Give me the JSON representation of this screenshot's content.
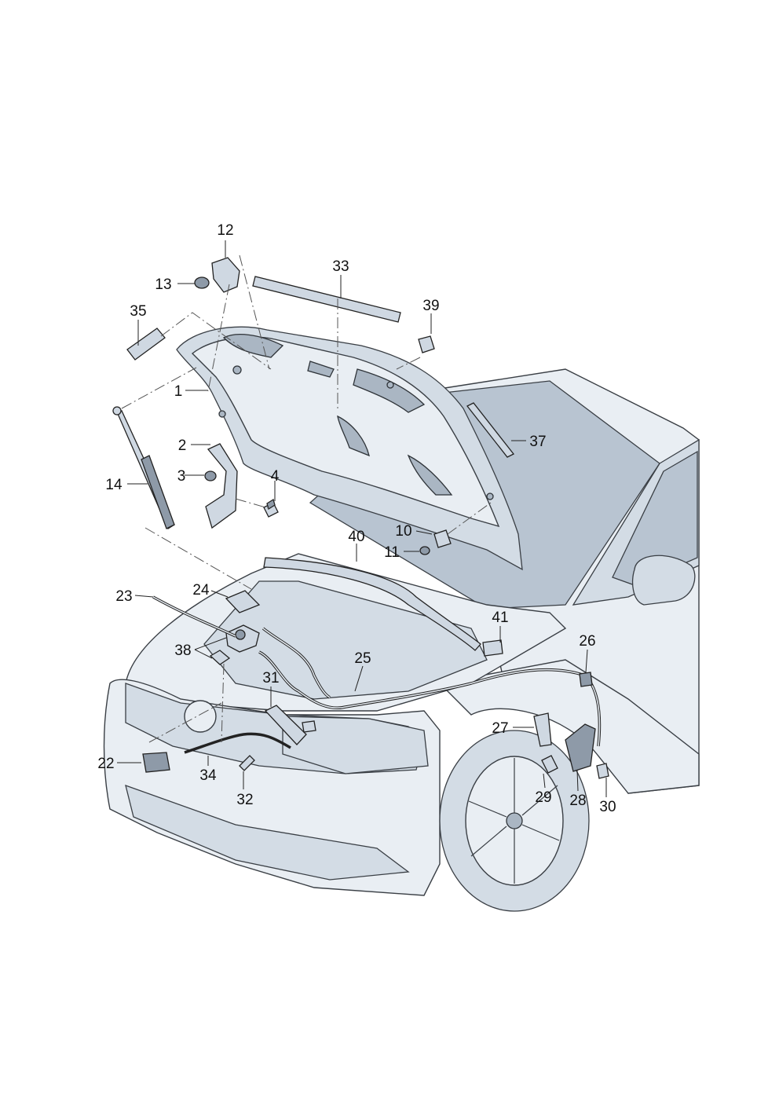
{
  "labels": [
    "1",
    "2",
    "3",
    "4",
    "10",
    "11",
    "12",
    "13",
    "14",
    "22",
    "23",
    "24",
    "25",
    "26",
    "27",
    "28",
    "29",
    "30",
    "31",
    "32",
    "33",
    "34",
    "35",
    "37",
    "38",
    "39",
    "40",
    "41"
  ]
}
